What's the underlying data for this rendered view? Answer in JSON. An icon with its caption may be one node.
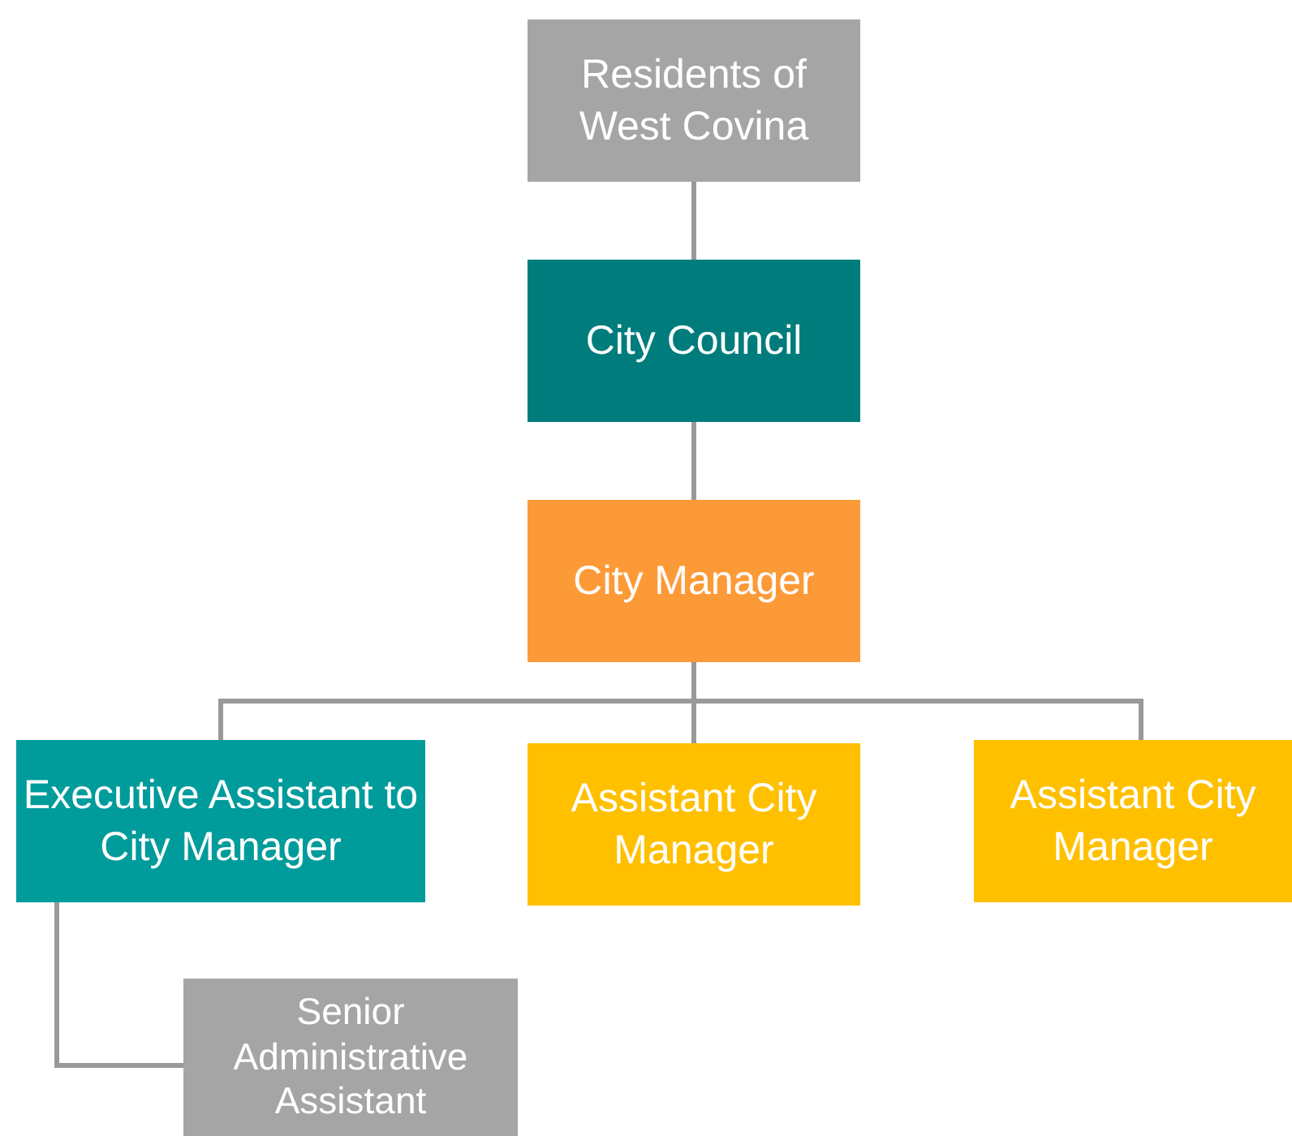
{
  "diagram": {
    "nodes": [
      {
        "text": [
          "Residents of West Covina"
        ]
      },
      {
        "text": [
          "City Council"
        ]
      },
      {
        "text": [
          "City Manager"
        ]
      },
      {
        "text": [
          "Executive Assistant to City Manager"
        ]
      },
      {
        "text": [
          "Assistant City Manager"
        ]
      },
      {
        "text": [
          "Assistant City Manager"
        ]
      },
      {
        "text": [
          "Senior Administrative Assistant"
        ]
      }
    ],
    "edges": [
      {
        "from": 0,
        "to": 1,
        "arrow": "none"
      },
      {
        "from": 1,
        "to": 2,
        "arrow": "none"
      },
      {
        "from": 2,
        "to": 3,
        "arrow": "none"
      },
      {
        "from": 2,
        "to": 4,
        "arrow": "none"
      },
      {
        "from": 2,
        "to": 5,
        "arrow": "none"
      },
      {
        "from": 3,
        "to": 6,
        "arrow": "none"
      }
    ]
  }
}
